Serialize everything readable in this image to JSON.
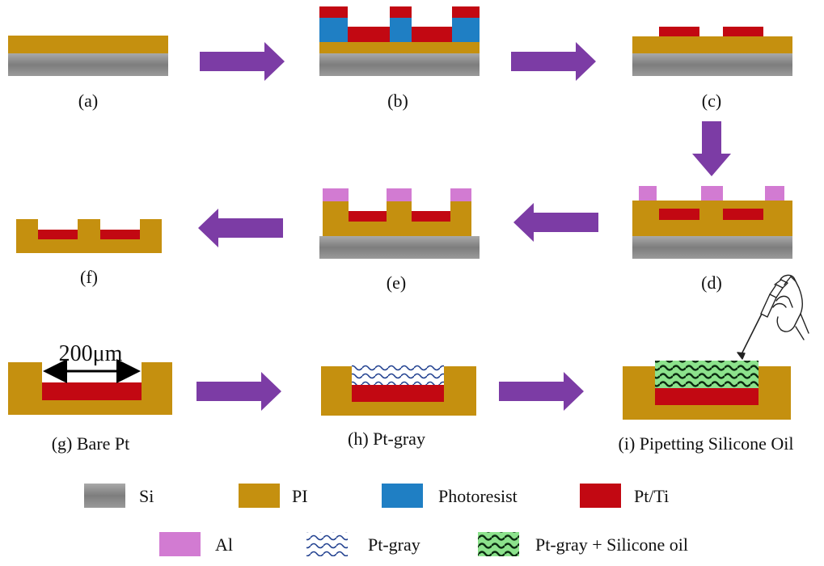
{
  "colors": {
    "si": "#8a8a8a",
    "pi": "#c5900f",
    "photoresist": "#1f7fc4",
    "pt_ti": "#c20812",
    "al": "#d27bd2",
    "arrow": "#7c3ca5",
    "pt_gray_wave": "#1f3f8f",
    "oil_fill": "#8ce28c"
  },
  "steps": {
    "a": "(a)",
    "b": "(b)",
    "c": "(c)",
    "d": "(d)",
    "e": "(e)",
    "f": "(f)",
    "g": "(g) Bare Pt",
    "h": "(h) Pt-gray",
    "i": "(i) Pipetting Silicone Oil"
  },
  "dimension_label": "200μm",
  "legend": {
    "si": "Si",
    "pi": "PI",
    "photoresist": "Photoresist",
    "pt_ti": "Pt/Ti",
    "al": "Al",
    "pt_gray": "Pt-gray",
    "pt_gray_oil": "Pt-gray + Silicone oil"
  },
  "icons": {
    "pipette": "hand-holding-pipette-icon",
    "arrow": "process-arrow-icon"
  }
}
